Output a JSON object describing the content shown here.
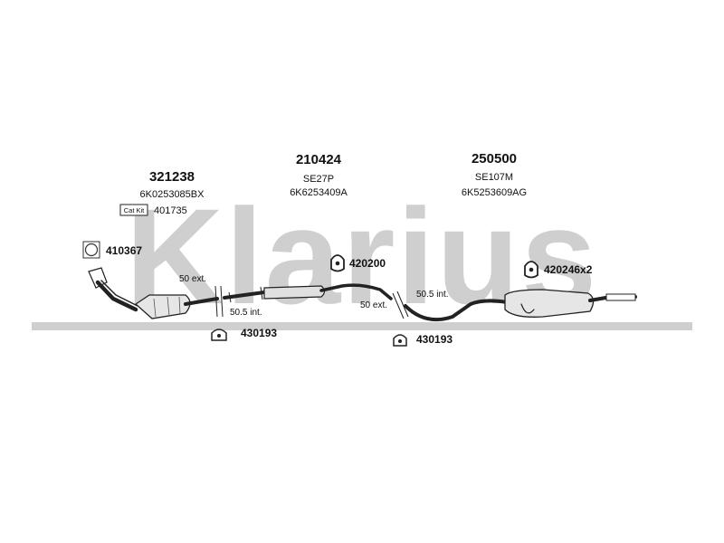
{
  "watermark": {
    "text": "Klarius",
    "color": "#cfcfcf"
  },
  "parts": [
    {
      "number": "321238",
      "code": "6K0253085BX"
    },
    {
      "number": "210424",
      "model": "SE27P",
      "code": "6K6253409A"
    },
    {
      "number": "250500",
      "model": "SE107M",
      "code": "6K5253609AG"
    }
  ],
  "catkit": {
    "badge": "Cat Kit",
    "number": "401735"
  },
  "accessories": {
    "gasket": "410367",
    "clamp_left": "430193",
    "hanger_mid": "420200",
    "clamp_right": "430193",
    "hanger_rear": "420246x2"
  },
  "joints": {
    "left_ext": "50 ext.",
    "left_int": "50.5 int.",
    "right_ext": "50 ext.",
    "right_int": "50.5 int."
  }
}
